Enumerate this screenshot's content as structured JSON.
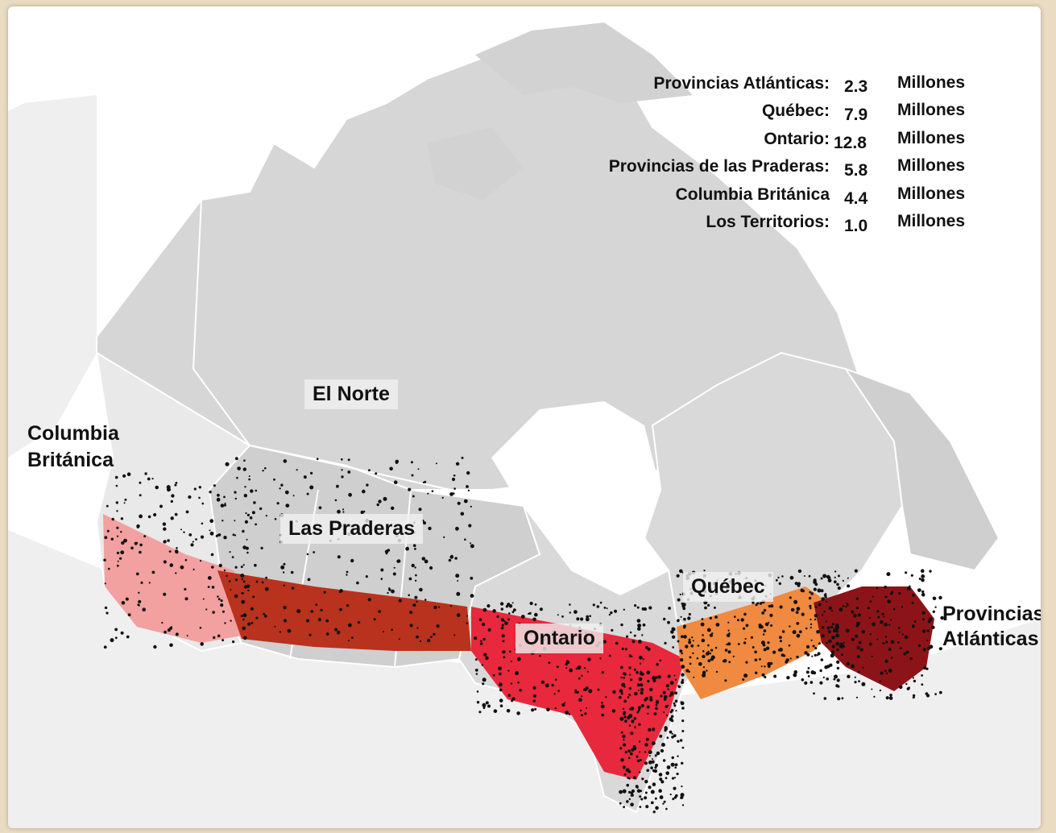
{
  "legend": [
    {
      "label": "Provincias Atlánticas:",
      "value": "2.3",
      "unit": "Millones"
    },
    {
      "label": "Québec:",
      "value": "7.9",
      "unit": "Millones"
    },
    {
      "label": "Ontario:",
      "value": "12.8",
      "unit": "Millones"
    },
    {
      "label": "Provincias de las Praderas:",
      "value": "5.8",
      "unit": "Millones"
    },
    {
      "label": "Columbia Británica",
      "value": "4.4",
      "unit": "Millones"
    },
    {
      "label": "Los Territorios:",
      "value": "1.0",
      "unit": "Millones"
    }
  ],
  "regions": {
    "norte": "El Norte",
    "columbia_line1": "Columbia",
    "columbia_line2": "Británica",
    "praderas": "Las Praderas",
    "quebec": "Québec",
    "ontario": "Ontario",
    "atlanticas_line1": "Provincias",
    "atlanticas_line2": "Atlánticas"
  },
  "colors": {
    "land": "#d9d9d9",
    "land_light": "#e6e6e6",
    "columbia_band": "#f2a0a0",
    "praderas_band": "#b8321e",
    "ontario_band": "#e8283c",
    "quebec_band": "#f08a40",
    "atlantic_band": "#8c1418"
  }
}
